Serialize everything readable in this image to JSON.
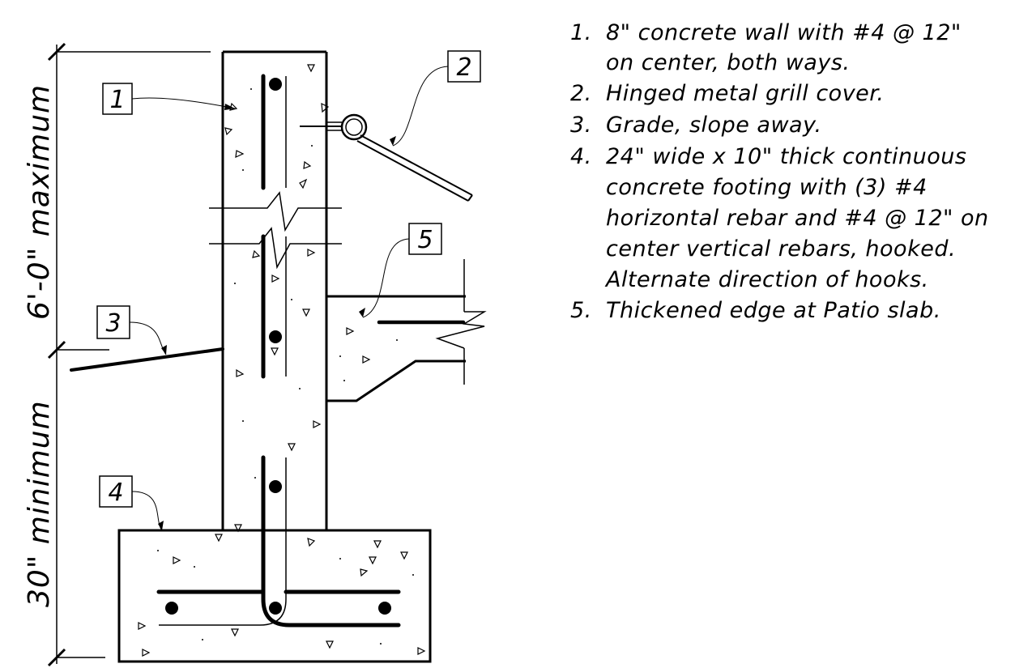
{
  "dimensions": {
    "upper": "6'-0\" maximum",
    "lower": "30\" minimum"
  },
  "callouts": [
    "1",
    "2",
    "3",
    "4",
    "5"
  ],
  "notes": [
    {
      "number": "1.",
      "lines": [
        "8\" concrete wall with #4 @ 12\"",
        "on center, both ways."
      ]
    },
    {
      "number": "2.",
      "lines": [
        "Hinged metal grill cover."
      ]
    },
    {
      "number": "3.",
      "lines": [
        "Grade, slope away."
      ]
    },
    {
      "number": "4.",
      "lines": [
        "24\" wide x 10\" thick continuous",
        "concrete footing with (3) #4",
        "horizontal rebar and #4 @ 12\" on",
        "center vertical rebars, hooked.",
        "Alternate direction of hooks."
      ]
    },
    {
      "number": "5.",
      "lines": [
        "Thickened edge at Patio slab."
      ]
    }
  ]
}
